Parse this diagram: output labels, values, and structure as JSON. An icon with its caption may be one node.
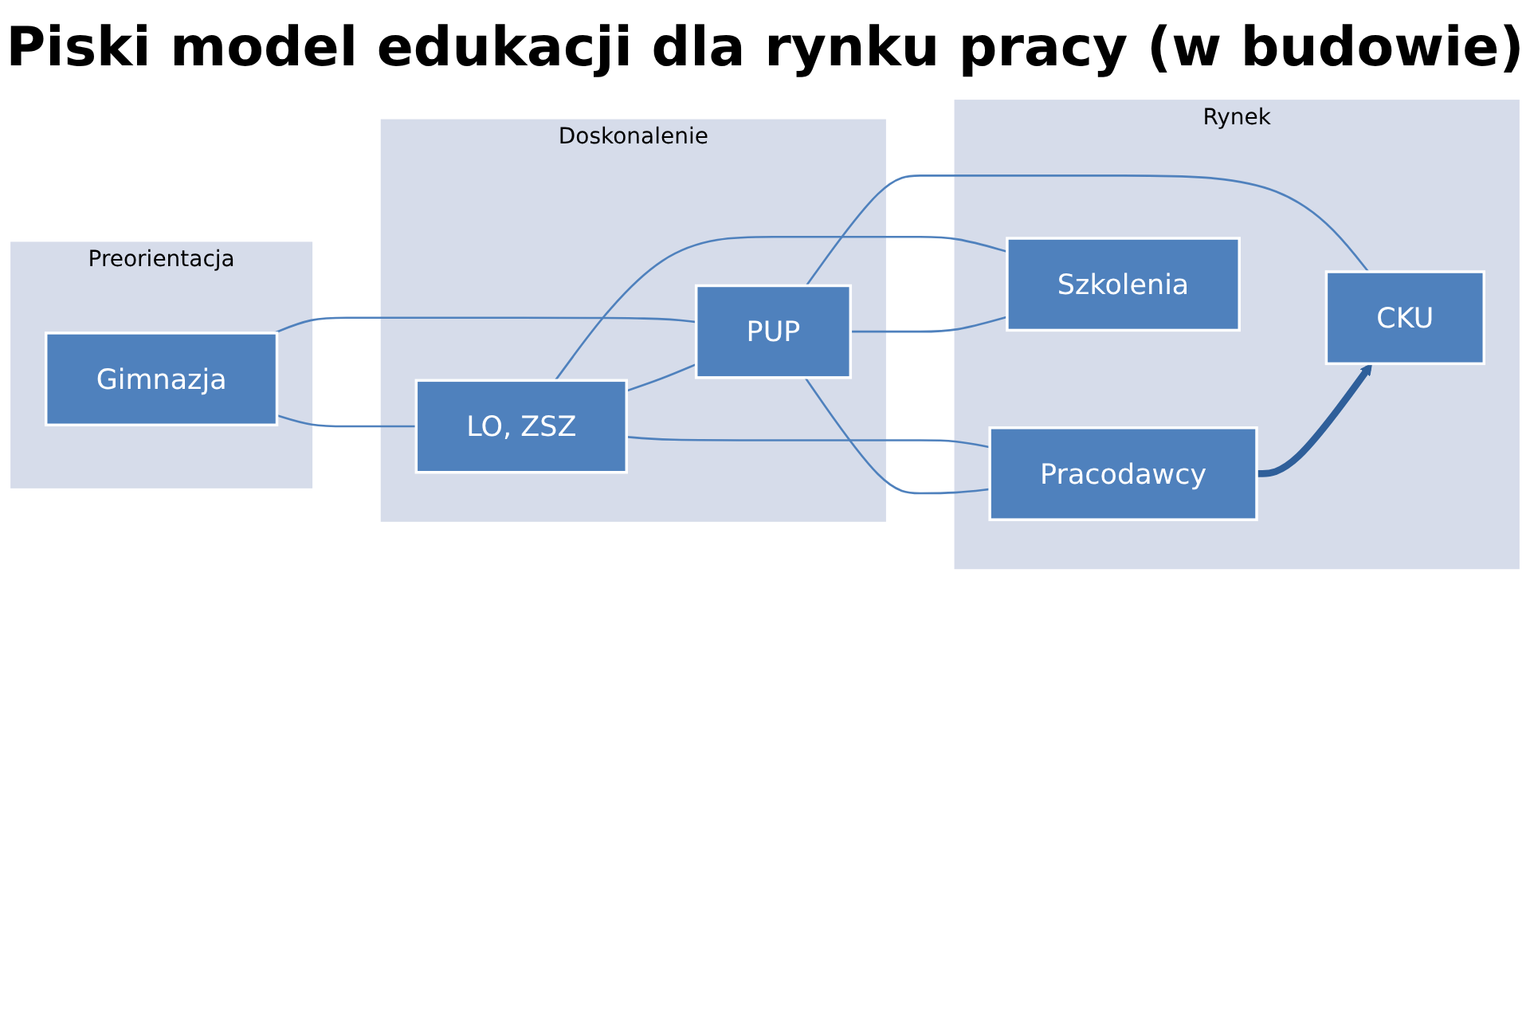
{
  "diagram": {
    "title": "Piski model edukacji dla rynku pracy (w budowie)",
    "nodes": [
      {
        "text": [
          "Preorientacja"
        ]
      },
      {
        "text": [
          "Gimnazja"
        ],
        "in": 0
      },
      {
        "text": [
          "Doskonalenie"
        ]
      },
      {
        "text": [
          "LO, ZSZ"
        ],
        "in": 2
      },
      {
        "text": [
          "PUP"
        ],
        "in": 2
      },
      {
        "text": [
          "Rynek"
        ]
      },
      {
        "text": [
          "Pracodawcy"
        ],
        "in": 5
      },
      {
        "text": [
          "Szkolenia"
        ],
        "in": 5
      },
      {
        "text": [
          "CKU"
        ],
        "in": 5
      }
    ],
    "edges": [
      {
        "from": 1,
        "to": 3,
        "arrow": "none"
      },
      {
        "from": 1,
        "to": 4,
        "arrow": "none"
      },
      {
        "from": 3,
        "to": 4,
        "arrow": "none"
      },
      {
        "from": 3,
        "to": 6,
        "arrow": "none"
      },
      {
        "from": 3,
        "to": 7,
        "arrow": "none"
      },
      {
        "from": 4,
        "to": 6,
        "arrow": "none"
      },
      {
        "from": 4,
        "to": 7,
        "arrow": "none"
      },
      {
        "from": 4,
        "to": 8,
        "arrow": "none"
      },
      {
        "from": 6,
        "to": 8,
        "arrow": "to",
        "style": "thick",
        "color": "#2f5f9a"
      }
    ]
  }
}
